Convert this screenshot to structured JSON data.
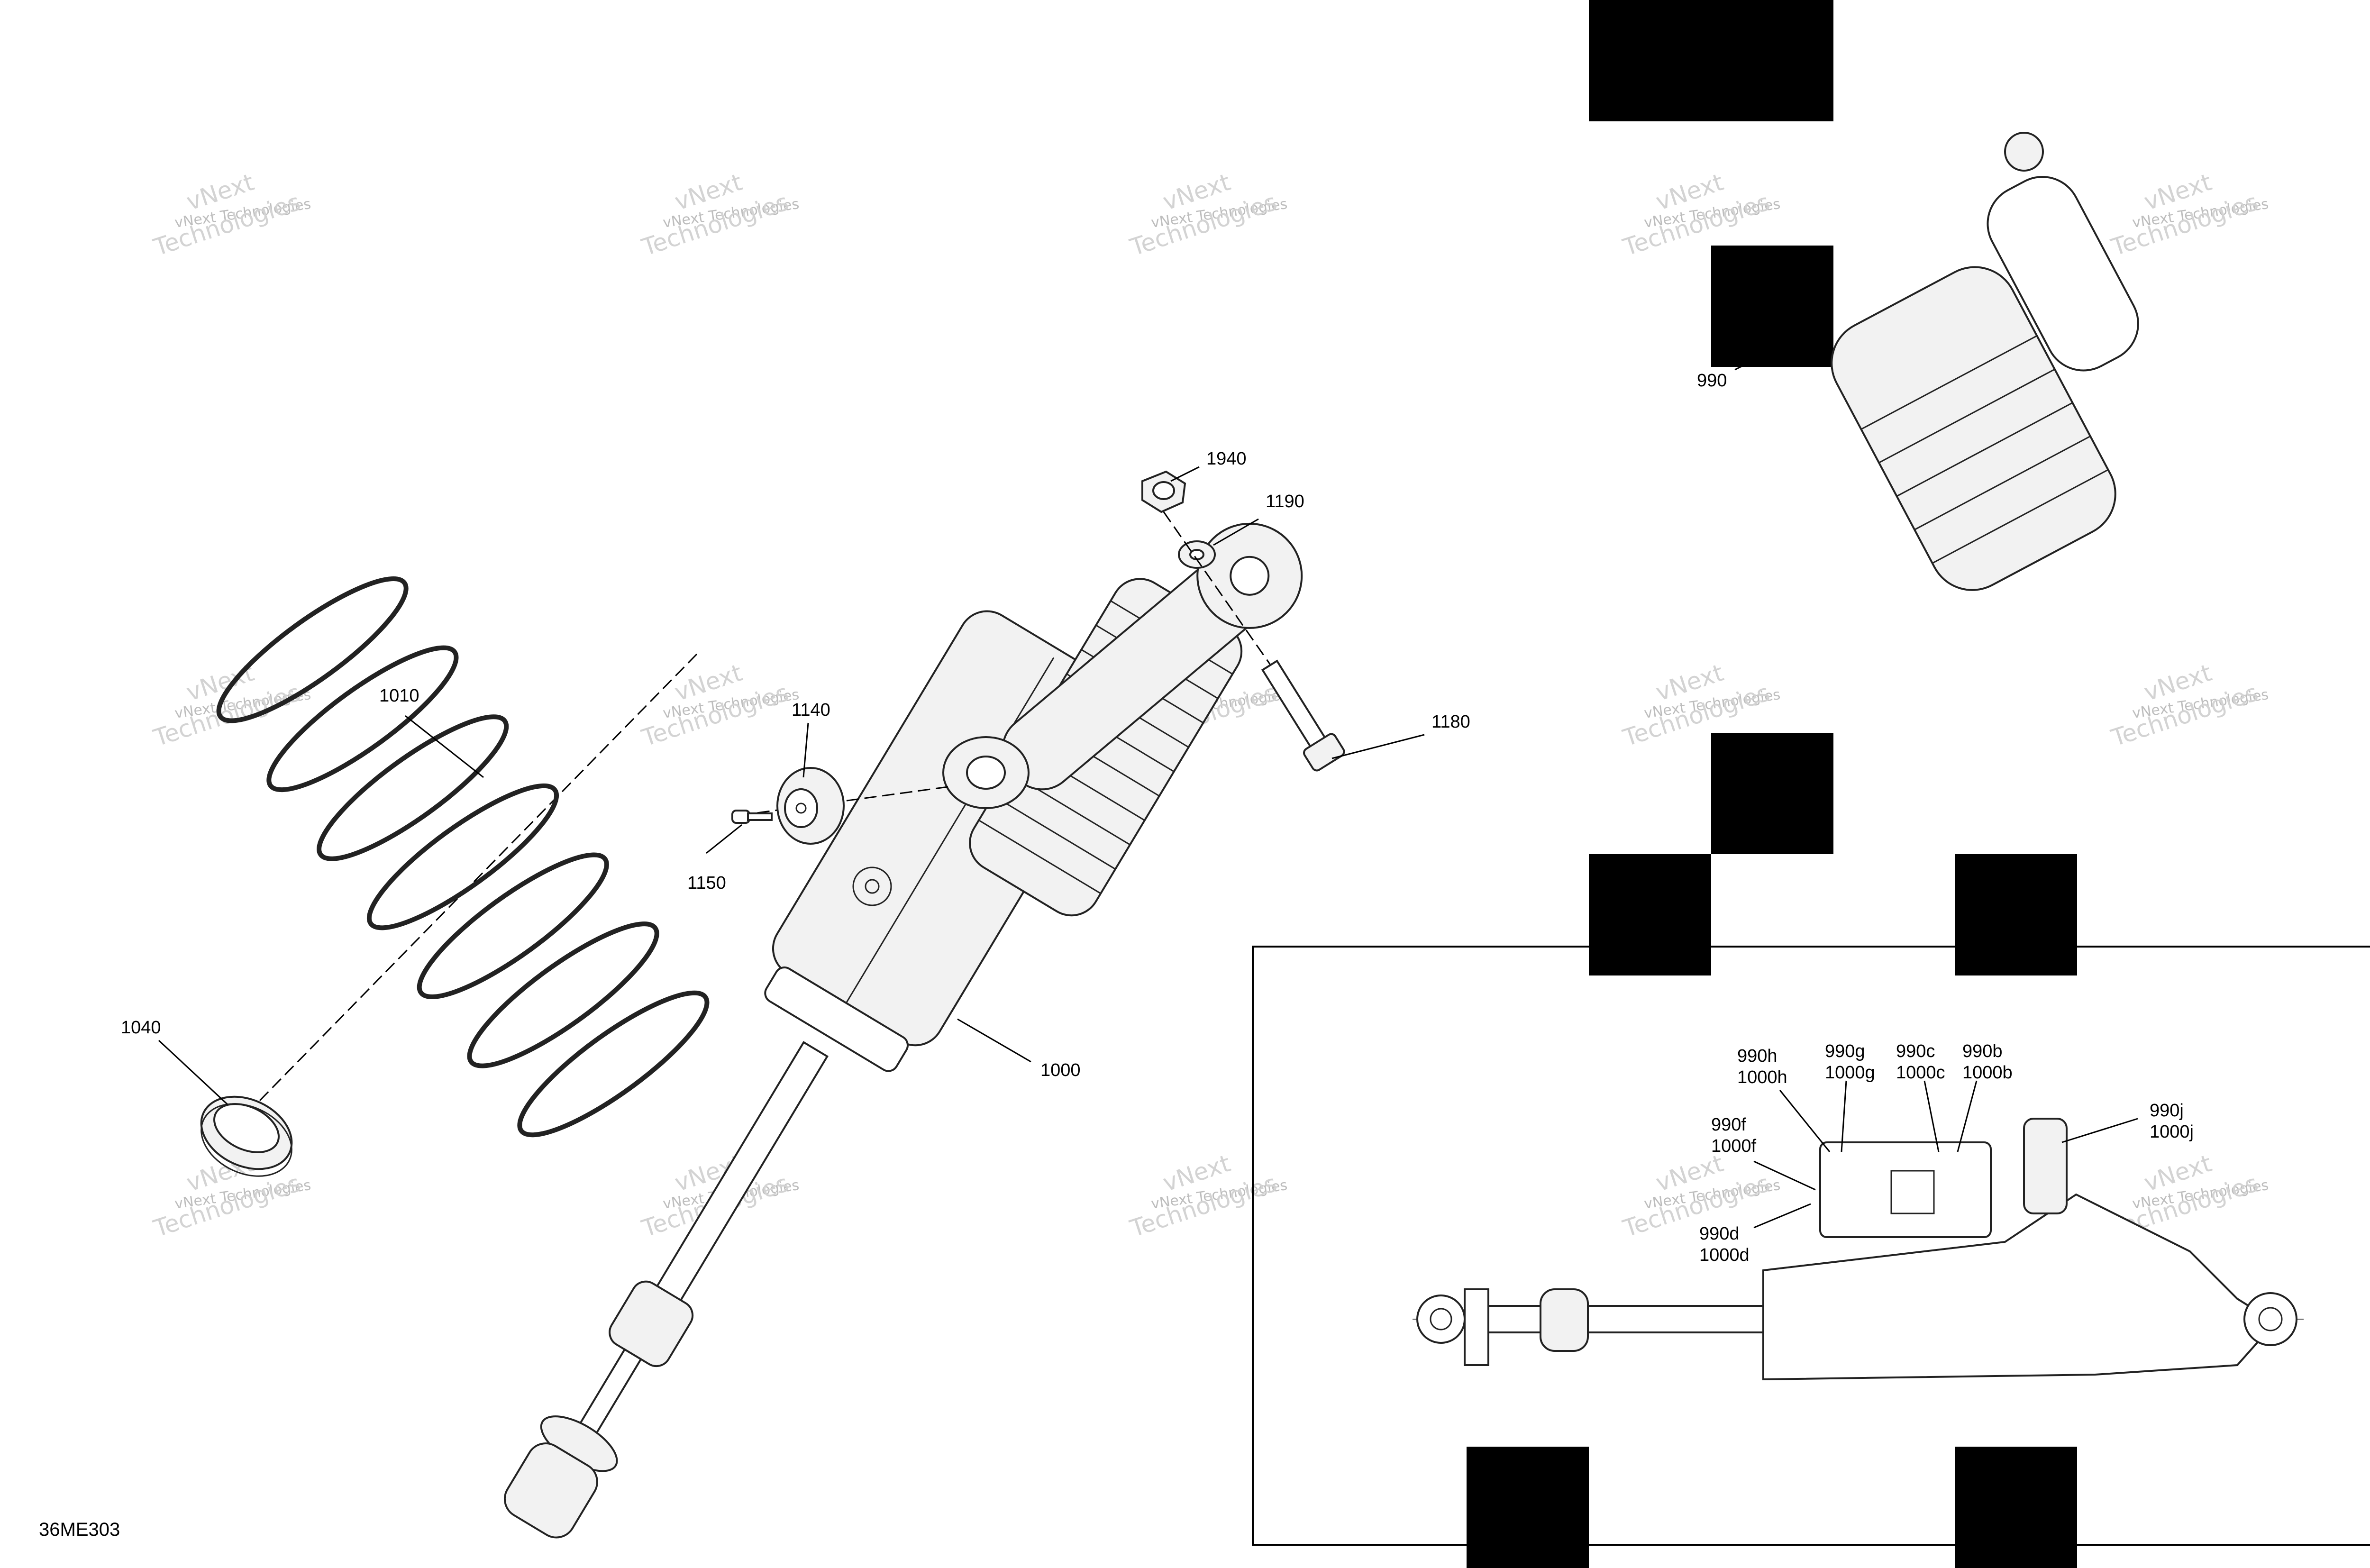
{
  "diagram_code": "36ME303",
  "watermark": {
    "line1": "vNext Technologies",
    "line2": "vNext",
    "line3": "Technologies"
  },
  "callouts": {
    "c1940": "1940",
    "c1190": "1190",
    "c1180": "1180",
    "c1140": "1140",
    "c1150": "1150",
    "c1010": "1010",
    "c1040": "1040",
    "c1000": "1000",
    "c990": "990"
  },
  "detail": {
    "labels": [
      {
        "a": "990h",
        "b": "1000h"
      },
      {
        "a": "990g",
        "b": "1000g"
      },
      {
        "a": "990c",
        "b": "1000c"
      },
      {
        "a": "990b",
        "b": "1000b"
      },
      {
        "a": "990j",
        "b": "1000j"
      },
      {
        "a": "990f",
        "b": "1000f"
      },
      {
        "a": "990d",
        "b": "1000d"
      }
    ]
  }
}
